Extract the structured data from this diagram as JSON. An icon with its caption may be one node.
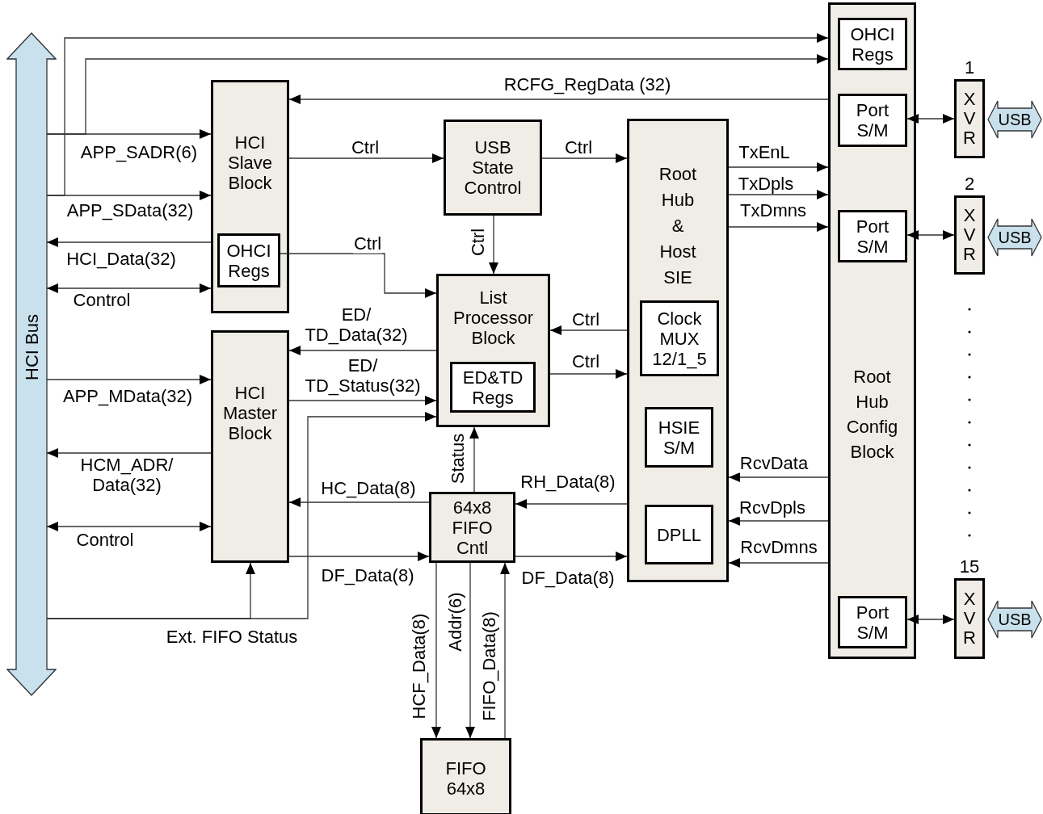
{
  "diagram": {
    "nodes": [
      {
        "text": [
          "HCI Bus"
        ]
      },
      {
        "text": [
          "HCI Slave Block"
        ]
      },
      {
        "text": [
          "OHCI Regs"
        ],
        "in": 1
      },
      {
        "text": [
          "USB State Control"
        ]
      },
      {
        "text": [
          "List Processor Block"
        ]
      },
      {
        "text": [
          "ED&TD Regs"
        ],
        "in": 4
      },
      {
        "text": [
          "HCI Master Block"
        ]
      },
      {
        "text": [
          "64x8 FIFO Cntl"
        ]
      },
      {
        "text": [
          "FIFO 64x8"
        ]
      },
      {
        "text": [
          "Root Hub & Host SIE"
        ]
      },
      {
        "text": [
          "Clock MUX 12/1_5"
        ],
        "in": 9
      },
      {
        "text": [
          "HSIE S/M"
        ],
        "in": 9
      },
      {
        "text": [
          "DPLL"
        ],
        "in": 9
      },
      {
        "text": [
          "Root Hub Config Block"
        ]
      },
      {
        "text": [
          "OHCI Regs"
        ],
        "in": 13
      },
      {
        "text": [
          "Port S/M"
        ],
        "in": 13
      },
      {
        "text": [
          "Port S/M"
        ],
        "in": 13
      },
      {
        "text": [
          "Port S/M"
        ],
        "in": 13
      },
      {
        "text": [
          "XVR"
        ],
        "beside": [
          "1"
        ]
      },
      {
        "text": [
          "XVR"
        ],
        "beside": [
          "2"
        ]
      },
      {
        "text": [
          "XVR"
        ],
        "beside": [
          "15"
        ]
      },
      {
        "text": [
          "USB"
        ]
      },
      {
        "text": [
          "USB"
        ]
      },
      {
        "text": [
          "USB"
        ]
      }
    ],
    "edges": [
      {
        "from": 0,
        "to": 1,
        "arrow": "to",
        "label": "APP_SADR(6)"
      },
      {
        "from": 0,
        "to": 13,
        "arrow": "to"
      },
      {
        "from": 0,
        "to": 1,
        "arrow": "to",
        "label": "APP_SData(32)"
      },
      {
        "from": 0,
        "to": 13,
        "arrow": "to"
      },
      {
        "from": 13,
        "to": 1,
        "arrow": "to",
        "label": "RCFG_RegData (32)"
      },
      {
        "from": 1,
        "to": 0,
        "arrow": "to",
        "label": "HCI_Data(32)"
      },
      {
        "from": 0,
        "to": 1,
        "arrow": "both",
        "label": "Control"
      },
      {
        "from": 1,
        "to": 3,
        "arrow": "to",
        "label": "Ctrl"
      },
      {
        "from": 2,
        "to": 4,
        "arrow": "to",
        "label": "Ctrl"
      },
      {
        "from": 3,
        "to": 9,
        "arrow": "to",
        "label": "Ctrl"
      },
      {
        "from": 3,
        "to": 4,
        "arrow": "to",
        "label": "Ctrl"
      },
      {
        "from": 9,
        "to": 4,
        "arrow": "to",
        "label": "Ctrl"
      },
      {
        "from": 4,
        "to": 9,
        "arrow": "to",
        "label": "Ctrl"
      },
      {
        "from": 4,
        "to": 6,
        "arrow": "to",
        "label": "ED/ TD_Data(32)"
      },
      {
        "from": 6,
        "to": 4,
        "arrow": "to",
        "label": "ED/ TD_Status(32)"
      },
      {
        "from": 0,
        "to": 6,
        "arrow": "to",
        "label": "APP_MData(32)"
      },
      {
        "from": 6,
        "to": 0,
        "arrow": "to",
        "label": "HCM_ADR/ Data(32)"
      },
      {
        "from": 0,
        "to": 6,
        "arrow": "both",
        "label": "Control"
      },
      {
        "from": 0,
        "to": 6,
        "arrow": "to",
        "label": "Ext. FIFO Status"
      },
      {
        "from": 0,
        "to": 4,
        "arrow": "to"
      },
      {
        "from": 7,
        "to": 6,
        "arrow": "to",
        "label": "HC_Data(8)"
      },
      {
        "from": 6,
        "to": 7,
        "arrow": "to",
        "label": "DF_Data(8)"
      },
      {
        "from": 7,
        "to": 4,
        "arrow": "to",
        "label": "Status"
      },
      {
        "from": 9,
        "to": 7,
        "arrow": "to",
        "label": "RH_Data(8)"
      },
      {
        "from": 7,
        "to": 9,
        "arrow": "to",
        "label": "DF_Data(8)"
      },
      {
        "from": 7,
        "to": 8,
        "arrow": "to",
        "label": "HCF_Data(8)"
      },
      {
        "from": 7,
        "to": 8,
        "arrow": "to",
        "label": "Addr(6)"
      },
      {
        "from": 8,
        "to": 7,
        "arrow": "to",
        "label": "FIFO_Data(8)"
      },
      {
        "from": 9,
        "to": 13,
        "arrow": "to",
        "label": "TxEnL"
      },
      {
        "from": 9,
        "to": 13,
        "arrow": "to",
        "label": "TxDpls"
      },
      {
        "from": 9,
        "to": 13,
        "arrow": "to",
        "label": "TxDmns"
      },
      {
        "from": 13,
        "to": 9,
        "arrow": "to",
        "label": "RcvData"
      },
      {
        "from": 13,
        "to": 9,
        "arrow": "to",
        "label": "RcvDpls"
      },
      {
        "from": 13,
        "to": 9,
        "arrow": "to",
        "label": "RcvDmns"
      },
      {
        "from": 15,
        "to": 18,
        "arrow": "both"
      },
      {
        "from": 16,
        "to": 19,
        "arrow": "both"
      },
      {
        "from": 17,
        "to": 20,
        "arrow": "both"
      }
    ]
  }
}
